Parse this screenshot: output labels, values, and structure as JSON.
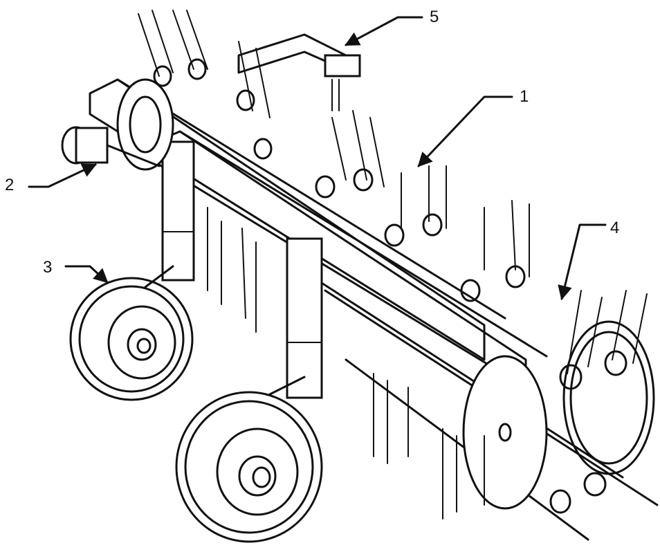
{
  "figure": {
    "callouts": [
      {
        "id": "1",
        "label": "1"
      },
      {
        "id": "2",
        "label": "2"
      },
      {
        "id": "3",
        "label": "3"
      },
      {
        "id": "4",
        "label": "4"
      },
      {
        "id": "5",
        "label": "5"
      }
    ],
    "colors": {
      "ink": "#111111",
      "paper": "#ffffff"
    }
  }
}
